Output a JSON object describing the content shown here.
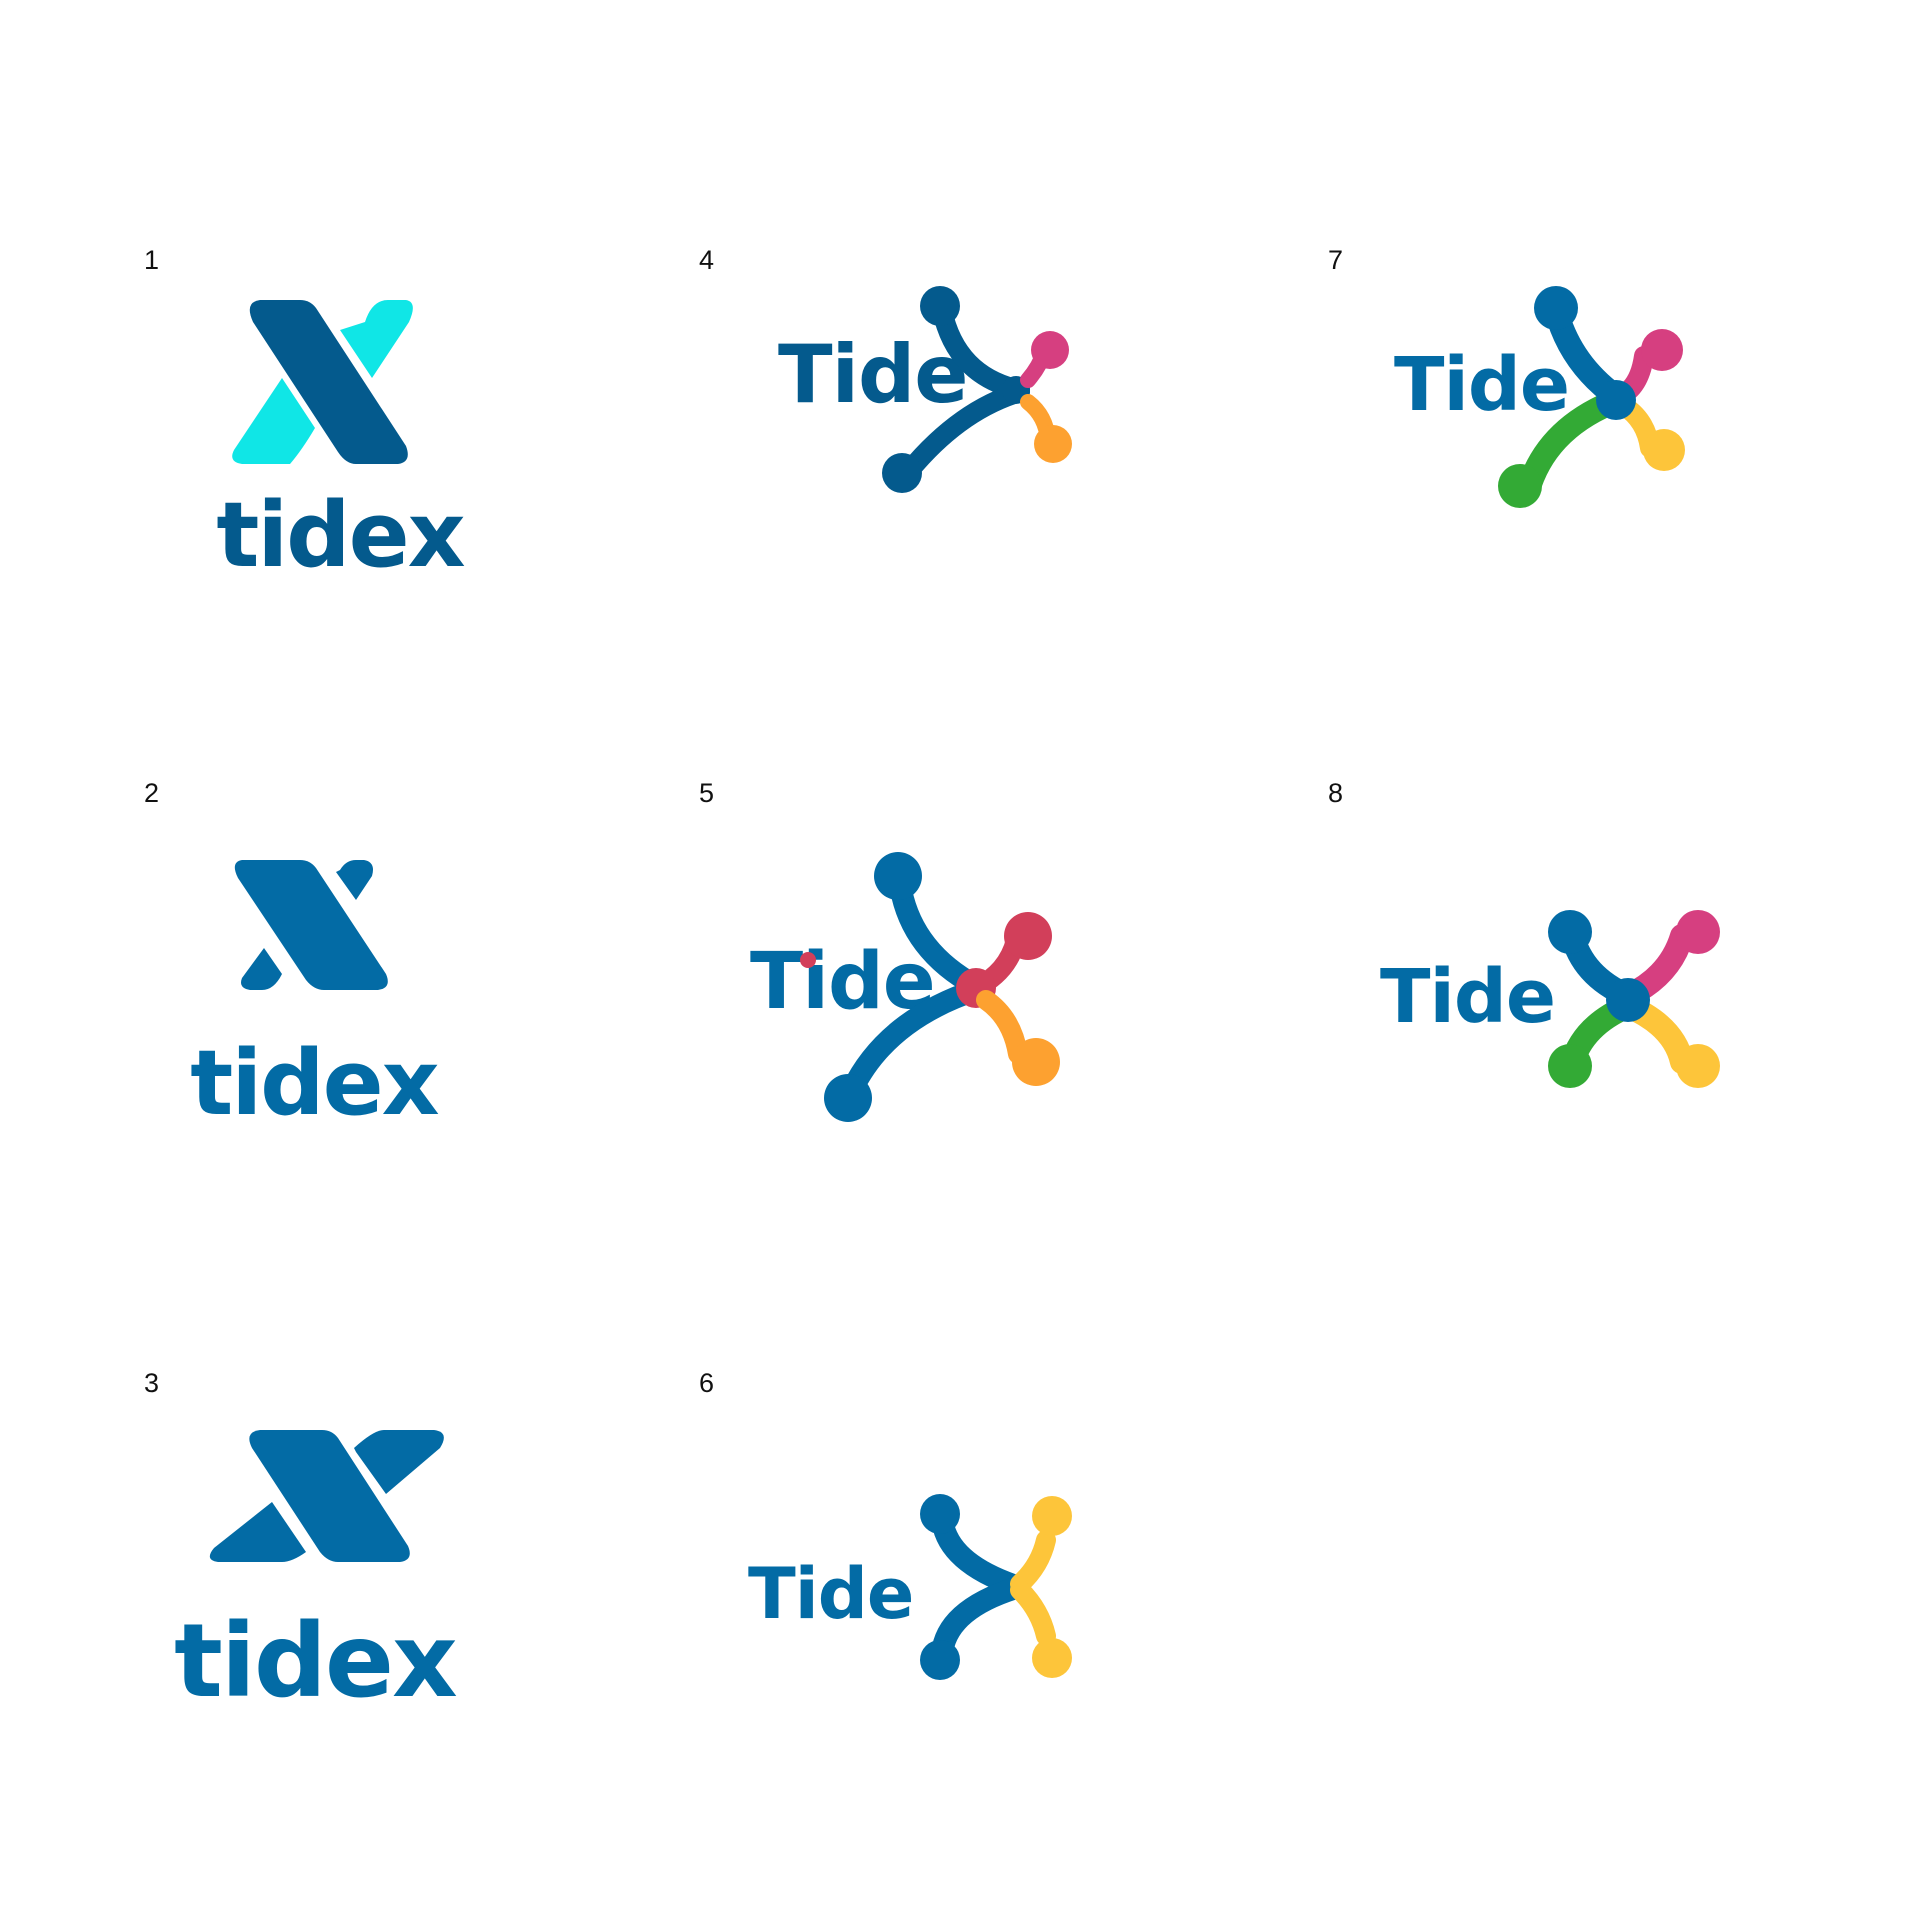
{
  "colors": {
    "navy": "#045a8d",
    "blue": "#036ba5",
    "cyan": "#10e6e6",
    "magenta": "#d63f80",
    "crimson": "#d23f5a",
    "orange": "#fda130",
    "yellow": "#fdc53a",
    "green": "#33aa35",
    "text": "#111111"
  },
  "options": [
    {
      "number": "1",
      "wordmark": "tidex",
      "mark_style": "angular-x-cyan"
    },
    {
      "number": "2",
      "wordmark": "tidex",
      "mark_style": "angular-x-blue"
    },
    {
      "number": "3",
      "wordmark": "tidex",
      "mark_style": "angular-x-wide"
    },
    {
      "number": "4",
      "wordmark": "Tide",
      "mark_style": "molecule-x-navy-magenta-orange"
    },
    {
      "number": "5",
      "wordmark": "Tide",
      "mark_style": "molecule-x-blue-crimson-orange"
    },
    {
      "number": "6",
      "wordmark": "Tide",
      "mark_style": "molecule-x-blue-yellow"
    },
    {
      "number": "7",
      "wordmark": "Tide",
      "mark_style": "molecule-x-four-color"
    },
    {
      "number": "8",
      "wordmark": "Tide",
      "mark_style": "molecule-x-four-color-compact"
    }
  ]
}
